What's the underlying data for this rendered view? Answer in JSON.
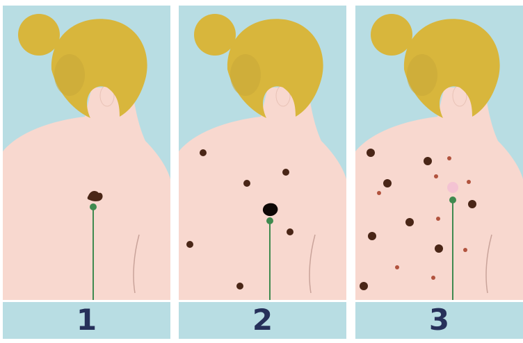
{
  "colors": {
    "background": "#b8dde3",
    "skin": "#f8d8cf",
    "hair": "#d8b63c",
    "mole_dark": "#4a2617",
    "mole_small": "#b1533e",
    "irregular_mole": "#0e0806",
    "pink_spot": "#f4c3d3",
    "pointer": "#3f8a4f",
    "number": "#26305a"
  },
  "panels": [
    {
      "number": "1"
    },
    {
      "number": "2"
    },
    {
      "number": "3"
    }
  ]
}
